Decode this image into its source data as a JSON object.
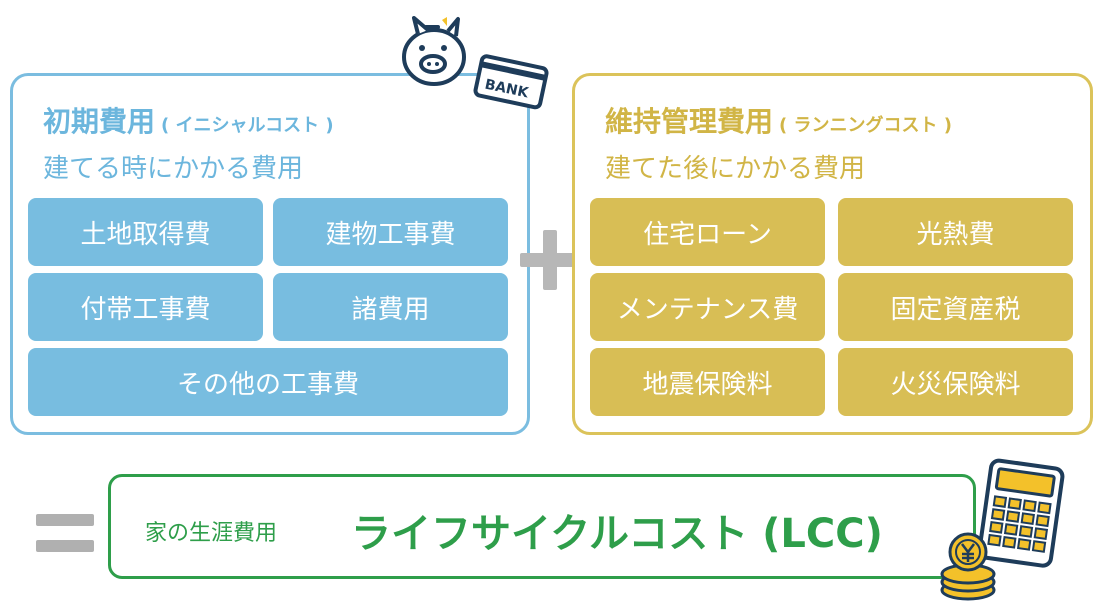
{
  "initial": {
    "title": "初期費用",
    "title_paren": "( イニシャルコスト )",
    "subtitle": "建てる時にかかる費用",
    "items": [
      "土地取得費",
      "建物工事費",
      "付帯工事費",
      "諸費用",
      "その他の工事費"
    ]
  },
  "running": {
    "title": "維持管理費用",
    "title_paren": "( ランニングコスト )",
    "subtitle": "建てた後にかかる費用",
    "items": [
      "住宅ローン",
      "光熱費",
      "メンテナンス費",
      "固定資産税",
      "地震保険料",
      "火災保険料"
    ]
  },
  "bank_card_label": "BANK",
  "result": {
    "small": "家の生涯費用",
    "big": "ライフサイクルコスト (LCC)"
  },
  "colors": {
    "initial": "#78bde0",
    "running": "#d8be55",
    "result": "#2e9e4a",
    "operator": "#b0b0b0"
  },
  "icons": [
    "piggy-bank-icon",
    "bank-card-icon",
    "calculator-icon",
    "yen-coins-icon"
  ]
}
